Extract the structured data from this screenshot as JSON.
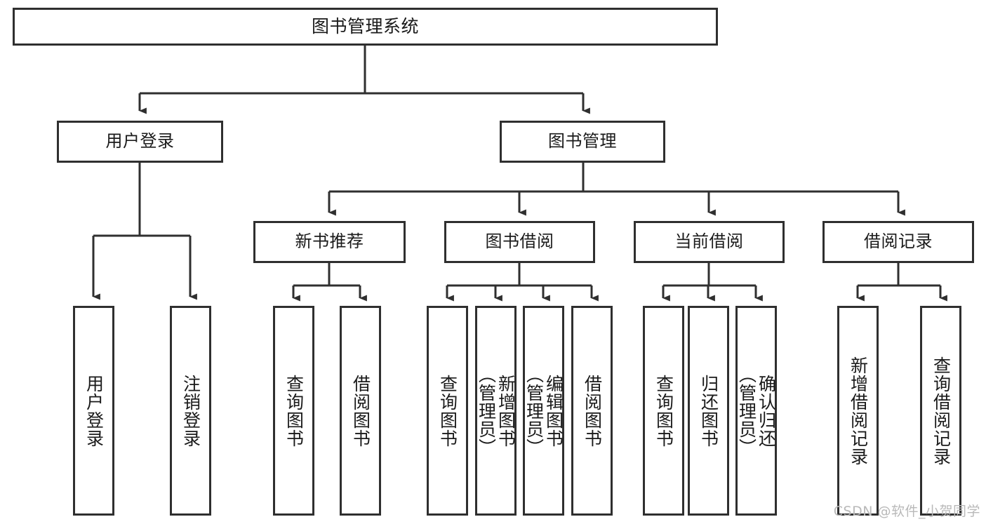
{
  "diagram": {
    "title": "图书管理系统",
    "watermark": "CSDN @软件_小贺同学",
    "line_color": "#2f2f2f",
    "box_fill": "#ffffff",
    "text_color": "#1a1a1a",
    "watermark_color": "#b9b9b9"
  },
  "nodes": {
    "root": {
      "label": "图书管理系统",
      "level": 1
    },
    "l2": [
      {
        "label": "用户登录",
        "level": 2
      },
      {
        "label": "图书管理",
        "level": 2
      }
    ],
    "l3": [
      {
        "label": "新书推荐",
        "level": 3
      },
      {
        "label": "图书借阅",
        "level": 3
      },
      {
        "label": "当前借阅",
        "level": 3
      },
      {
        "label": "借阅记录",
        "level": 3
      }
    ],
    "leaves_user_login": [
      {
        "label": "用户登录"
      },
      {
        "label": "注销登录"
      }
    ],
    "leaves_new_book": [
      {
        "label": "查询图书"
      },
      {
        "label": "借阅图书"
      }
    ],
    "leaves_borrow": [
      {
        "label": "查询图书"
      },
      {
        "label": "新增图书\n（管理员）"
      },
      {
        "label": "编辑图书\n（管理员）"
      },
      {
        "label": "借阅图书"
      }
    ],
    "leaves_current": [
      {
        "label": "查询图书"
      },
      {
        "label": "归还图书"
      },
      {
        "label": "确认归还\n（管理员）"
      }
    ],
    "leaves_record": [
      {
        "label": "新增借阅记录"
      },
      {
        "label": "查询借阅记录"
      }
    ]
  }
}
